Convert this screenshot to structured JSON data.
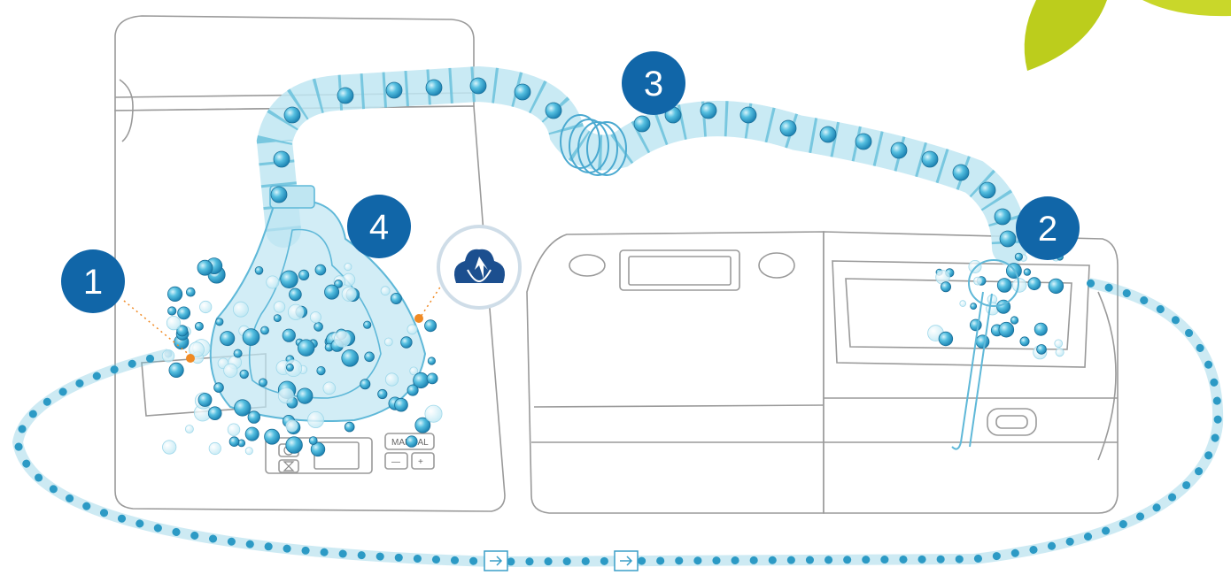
{
  "callouts": [
    {
      "id": "1",
      "label": "1"
    },
    {
      "id": "2",
      "label": "2"
    },
    {
      "id": "3",
      "label": "3"
    },
    {
      "id": "4",
      "label": "4"
    }
  ],
  "device": {
    "manual_button": "MANUAL",
    "minus_symbol": "—",
    "plus_symbol": "+"
  },
  "colors": {
    "callout_fill": "#1166a8",
    "bubble_fill": "#3aa7cf",
    "hose_fill": "#bfe6f2",
    "hose_stroke": "#6fc3dd",
    "outline": "#9a9a9a",
    "leader_dot": "#f08a24",
    "leaf_green": "#bccd1c",
    "ozone_icon": "#1c4f8f"
  },
  "icons": [
    "ozone-cloud-icon",
    "flow-arrow-icon",
    "clock-icon",
    "hourglass-icon"
  ]
}
